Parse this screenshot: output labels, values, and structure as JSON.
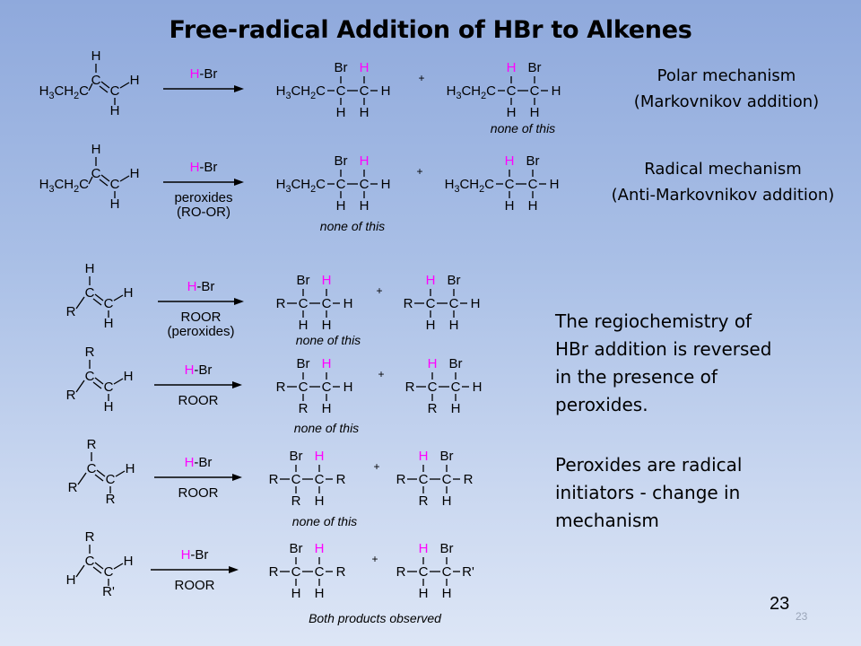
{
  "title": "Free-radical Addition of HBr to Alkenes",
  "mechanisms": {
    "polar": {
      "line1": "Polar mechanism",
      "line2": "(Markovnikov addition)"
    },
    "radical": {
      "line1": "Radical mechanism",
      "line2": "(Anti-Markovnikov addition)"
    }
  },
  "paragraphs": {
    "p1": [
      "The regiochemistry of",
      "HBr addition is reversed",
      "in the presence of",
      "peroxides."
    ],
    "p2": [
      "Peroxides are radical",
      "initiators - change in",
      "mechanism"
    ]
  },
  "page_number": "23",
  "slide_number": "23",
  "colors": {
    "reagent_h": "#ff00ff",
    "text": "#000000"
  },
  "reactions": [
    {
      "sm": {
        "top": "H",
        "left": "H3CH2C",
        "c1": "C",
        "c2": "C",
        "right": "H",
        "bottom": "H"
      },
      "reagent": {
        "h": "H",
        "rest": "-Br",
        "below": []
      },
      "p1": {
        "left": "H3CH2C",
        "c1": "C",
        "c2": "C",
        "right": "H",
        "top1": "Br",
        "top2": "H",
        "bot1": "H",
        "bot2": "H",
        "note": ""
      },
      "plus": "+",
      "p2": {
        "left": "H3CH2C",
        "c1": "C",
        "c2": "C",
        "right": "H",
        "top1": "H",
        "top2": "Br",
        "bot1": "H",
        "bot2": "H",
        "note": "none of this"
      }
    },
    {
      "sm": {
        "top": "H",
        "left": "H3CH2C",
        "c1": "C",
        "c2": "C",
        "right": "H",
        "bottom": "H"
      },
      "reagent": {
        "h": "H",
        "rest": "-Br",
        "below": [
          "peroxides",
          "(RO-OR)"
        ]
      },
      "p1": {
        "left": "H3CH2C",
        "c1": "C",
        "c2": "C",
        "right": "H",
        "top1": "Br",
        "top2": "H",
        "bot1": "H",
        "bot2": "H",
        "note": "none of this"
      },
      "plus": "+",
      "p2": {
        "left": "H3CH2C",
        "c1": "C",
        "c2": "C",
        "right": "H",
        "top1": "H",
        "top2": "Br",
        "bot1": "H",
        "bot2": "H",
        "note": ""
      }
    },
    {
      "sm": {
        "top": "H",
        "left": "R",
        "c1": "C",
        "c2": "C",
        "right": "H",
        "bottom": "H"
      },
      "reagent": {
        "h": "H",
        "rest": "-Br",
        "below": [
          "ROOR",
          "(peroxides)"
        ]
      },
      "p1": {
        "left": "R",
        "c1": "C",
        "c2": "C",
        "right": "H",
        "top1": "Br",
        "top2": "H",
        "bot1": "H",
        "bot2": "H",
        "note": "none of this"
      },
      "plus": "+",
      "p2": {
        "left": "R",
        "c1": "C",
        "c2": "C",
        "right": "H",
        "top1": "H",
        "top2": "Br",
        "bot1": "H",
        "bot2": "H",
        "note": ""
      }
    },
    {
      "sm": {
        "top": "R",
        "left": "R",
        "c1": "C",
        "c2": "C",
        "right": "H",
        "bottom": "H"
      },
      "reagent": {
        "h": "H",
        "rest": "-Br",
        "below": [
          "ROOR"
        ]
      },
      "p1": {
        "left": "R",
        "c1": "C",
        "c2": "C",
        "right": "H",
        "top1": "Br",
        "top2": "H",
        "bot1": "R",
        "bot2": "H",
        "note": "none of this"
      },
      "plus": "+",
      "p2": {
        "left": "R",
        "c1": "C",
        "c2": "C",
        "right": "H",
        "top1": "H",
        "top2": "Br",
        "bot1": "R",
        "bot2": "H",
        "note": ""
      }
    },
    {
      "sm": {
        "top": "R",
        "left": "R",
        "c1": "C",
        "c2": "C",
        "right": "H",
        "bottom": "R"
      },
      "reagent": {
        "h": "H",
        "rest": "-Br",
        "below": [
          "ROOR"
        ]
      },
      "p1": {
        "left": "R",
        "c1": "C",
        "c2": "C",
        "right": "R",
        "top1": "Br",
        "top2": "H",
        "bot1": "R",
        "bot2": "H",
        "note": "none of this"
      },
      "plus": "+",
      "p2": {
        "left": "R",
        "c1": "C",
        "c2": "C",
        "right": "R",
        "top1": "H",
        "top2": "Br",
        "bot1": "R",
        "bot2": "H",
        "note": ""
      }
    },
    {
      "sm": {
        "top": "R",
        "left": "H",
        "c1": "C",
        "c2": "C",
        "right": "H",
        "bottom": "R'"
      },
      "reagent": {
        "h": "H",
        "rest": "-Br",
        "below": [
          "ROOR"
        ]
      },
      "p1": {
        "left": "R",
        "c1": "C",
        "c2": "C",
        "right": "R",
        "top1": "Br",
        "top2": "H",
        "bot1": "H",
        "bot2": "H",
        "note": "Both products observed"
      },
      "plus": "+",
      "p2": {
        "left": "R",
        "c1": "C",
        "c2": "C",
        "right": "R'",
        "top1": "H",
        "top2": "Br",
        "bot1": "H",
        "bot2": "H",
        "note": ""
      }
    }
  ]
}
